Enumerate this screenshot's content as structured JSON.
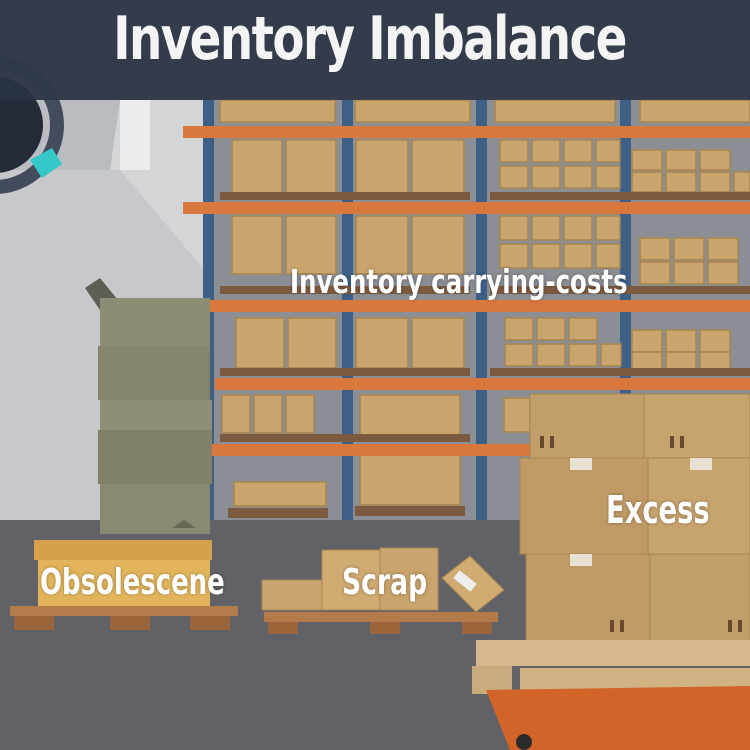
{
  "title": "Inventory Imbalance",
  "labels": {
    "carrying_costs": "Inventory carrying-costs",
    "obsolescence": "Obsolescene",
    "scrap": "Scrap",
    "excess": "Excess"
  },
  "colors": {
    "title_bar": "#2a3446",
    "floor": "#5b5d62",
    "wall": "#d8d8d8",
    "rack_upright": "#3e5f86",
    "rack_beam": "#d9783c",
    "box": "#c9a46c",
    "old_box": "#8d8c74",
    "pallet": "#b47a4a",
    "forklift": "#d2642a",
    "gauge_accent": "#35c8c8"
  },
  "icons": {
    "packaging_symbols": "this-way-up-arrows-icon"
  }
}
